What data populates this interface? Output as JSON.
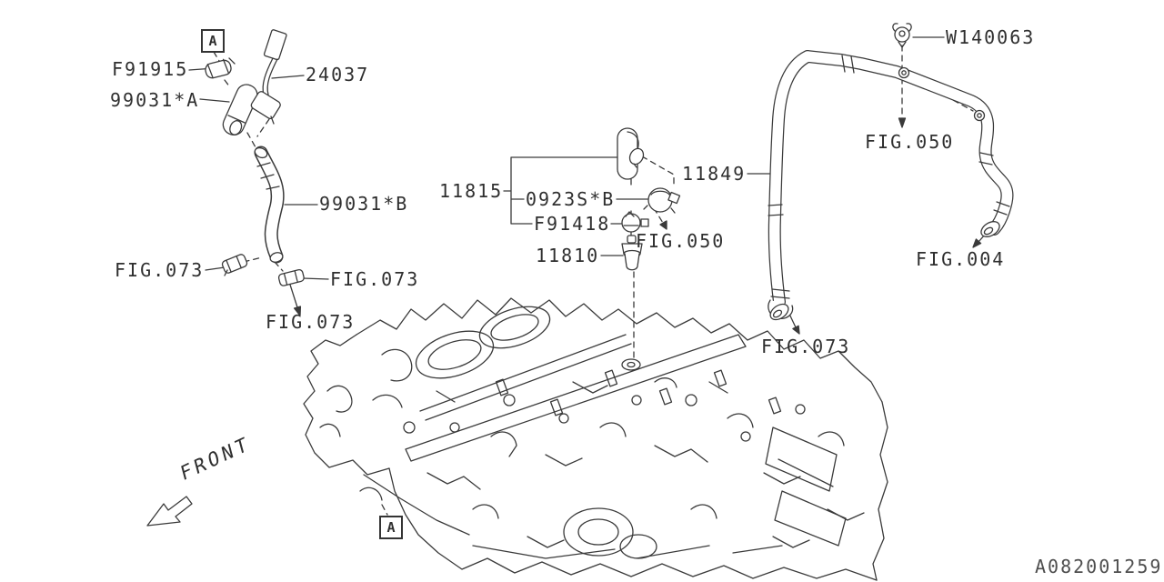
{
  "diagram": {
    "title": "engine-pcv-hose-parts-diagram",
    "drawing_number": "A082001259",
    "colors": {
      "line": "#3a3a3a",
      "text": "#2f2f2f",
      "muted": "#4e4e4e",
      "background": "#ffffff"
    },
    "markers": {
      "section": "A",
      "front": "FRONT"
    },
    "parts": {
      "clamp_f91915": "F91915",
      "hose_99031_a": "99031*A",
      "sensor_24037": "24037",
      "hose_99031_b": "99031*B",
      "hose_assy_11815": "11815",
      "clamp_0923s_b": "0923S*B",
      "clamp_f91418": "F91418",
      "pcv_valve_11810": "11810",
      "hose_11849": "11849",
      "clip_w140063": "W140063"
    },
    "figure_refs": {
      "fig073": "FIG.073",
      "fig050": "FIG.050",
      "fig004": "FIG.004"
    }
  }
}
